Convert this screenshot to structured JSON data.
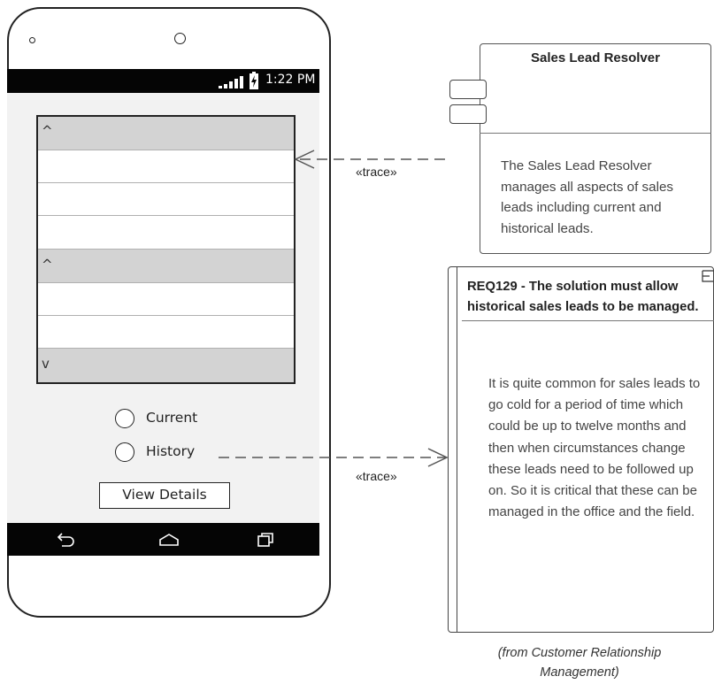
{
  "phone": {
    "status_time": "1:22 PM",
    "list_glyphs": {
      "up_1": "^",
      "up_2": "^",
      "down": "v"
    },
    "radio_current": "Current",
    "radio_history": "History",
    "view_details": "View Details"
  },
  "component": {
    "title": "Sales Lead Resolver",
    "description": "The Sales Lead Resolver manages all aspects of sales leads including current and historical leads."
  },
  "requirement": {
    "title": "REQ129 - The solution must allow historical sales leads to be managed.",
    "description": "It is quite common for sales leads to go cold for a period of time which could be up to twelve months and then when circumstances change these leads need to be followed up on. So it is critical that these can be managed in the office and the field.",
    "from_note": "(from Customer Relationship Management)"
  },
  "connectors": {
    "trace_1": "«trace»",
    "trace_2": "«trace»"
  },
  "icons": {
    "status": [
      "signal-icon",
      "battery-charging-icon"
    ],
    "nav": [
      "back-icon",
      "home-icon",
      "recents-icon"
    ]
  }
}
